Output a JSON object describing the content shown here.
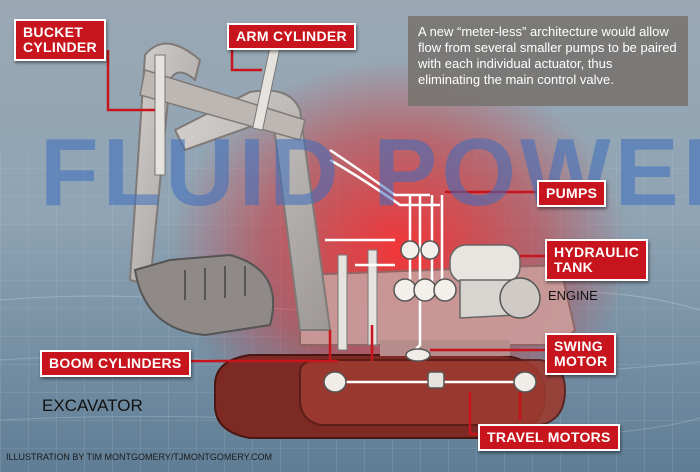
{
  "watermark": "FLUID POWER",
  "info_text": "A new “meter-less” architecture would allow flow from several smaller pumps to be paired with each individual actuator, thus eliminating the main control valve.",
  "labels": {
    "bucket_cylinder_1": "BUCKET",
    "bucket_cylinder_2": "CYLINDER",
    "arm_cylinder": "ARM CYLINDER",
    "pumps": "PUMPS",
    "hydraulic_tank_1": "HYDRAULIC",
    "hydraulic_tank_2": "TANK",
    "engine": "ENGINE",
    "boom_cylinders": "BOOM CYLINDERS",
    "swing_motor_1": "SWING",
    "swing_motor_2": "MOTOR",
    "excavator": "EXCAVATOR",
    "travel_motors": "TRAVEL MOTORS"
  },
  "credit": "ILLUSTRATION BY TIM MONTGOMERY/TJMONTGOMERY.COM",
  "colors": {
    "callout_red": "#c8141c",
    "info_box_gray": "#78746f",
    "water_blue": "#7f93a3"
  }
}
